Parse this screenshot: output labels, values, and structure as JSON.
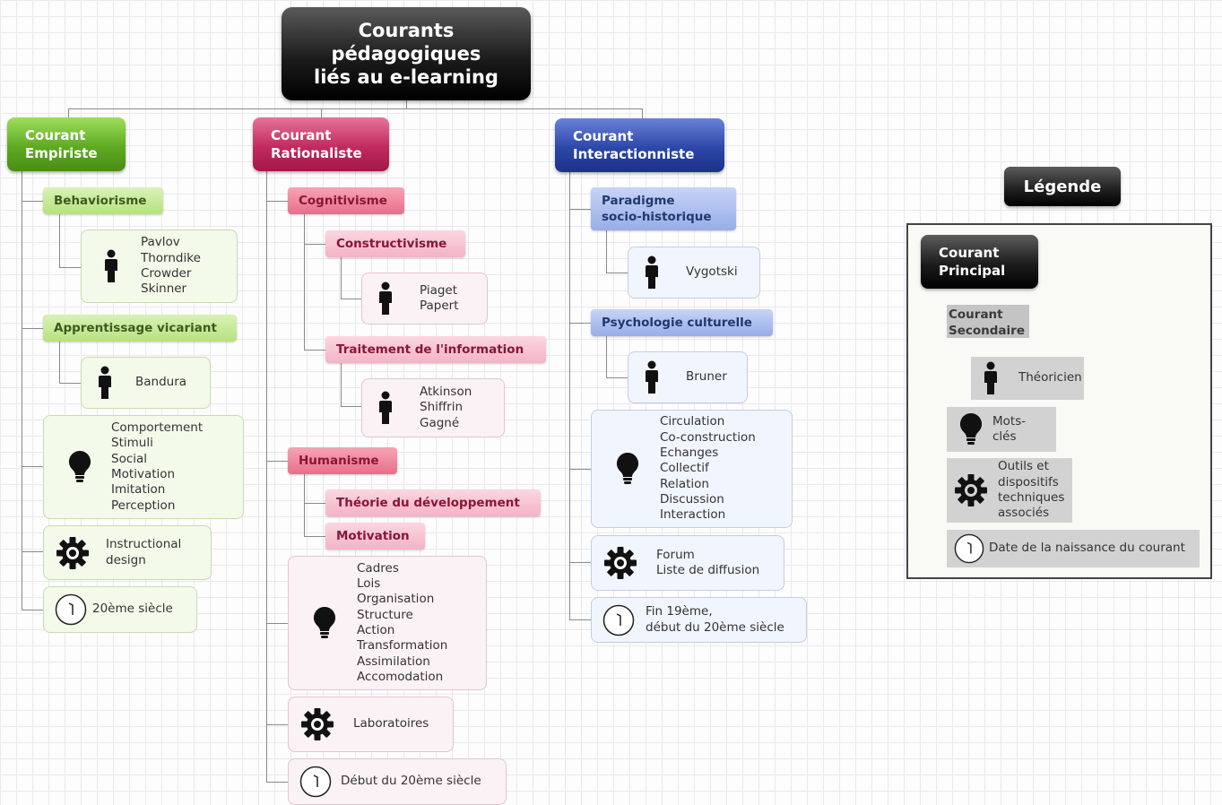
{
  "root": {
    "title": "Courants\npédagogiques\nliés au e-learning"
  },
  "branches": {
    "empiriste": {
      "title": "Courant\nEmpiriste",
      "behaviorisme": {
        "label": "Behaviorisme",
        "theorists": "Pavlov\nThorndike\nCrowder\nSkinner"
      },
      "apprentissage": {
        "label": "Apprentissage vicariant",
        "theorists": "Bandura"
      },
      "keywords": "Comportement\nStimuli\nSocial\nMotivation\nImitation\nPerception",
      "tools": "Instructional\ndesign",
      "date": "20ème siècle"
    },
    "rationaliste": {
      "title": "Courant\nRationaliste",
      "cognitivisme": "Cognitivisme",
      "constructivisme": {
        "label": "Constructivisme",
        "theorists": "Piaget\nPapert"
      },
      "traitement": {
        "label": "Traitement de l'information",
        "theorists": "Atkinson\nShiffrin\nGagné"
      },
      "humanisme": "Humanisme",
      "theorie_dev": "Théorie du développement",
      "motivation": "Motivation",
      "keywords": "Cadres\nLois\nOrganisation\nStructure\nAction\nTransformation\nAssimilation\nAccomodation",
      "tools": "Laboratoires",
      "date": "Début du 20ème siècle"
    },
    "interactionniste": {
      "title": "Courant\nInteractionniste",
      "paradigme": {
        "label": "Paradigme\nsocio-historique",
        "theorists": "Vygotski"
      },
      "psychologie": {
        "label": "Psychologie culturelle",
        "theorists": "Bruner"
      },
      "keywords": "Circulation\nCo-construction\nEchanges\nCollectif\nRelation\nDiscussion\nInteraction",
      "tools": "Forum\nListe de diffusion",
      "date": "Fin 19ème,\ndébut du 20ème siècle"
    }
  },
  "legend": {
    "title": "Légende",
    "main": "Courant\nPrincipal",
    "secondary": "Courant\nSecondaire",
    "theorist": "Théoricien",
    "keywords": "Mots-clés",
    "tools": "Outils et\ndispositifs\ntechniques\nassociés",
    "date": "Date de la naissance du courant"
  },
  "icons": {
    "person": "person-icon",
    "keywords": "lightbulb-icon",
    "tools": "gear-icon",
    "date": "clock-icon"
  },
  "colors": {
    "empiriste": "#5faa23",
    "rationaliste": "#c22a5e",
    "interactionniste": "#2c47a8",
    "root": "#1c1c1c"
  }
}
